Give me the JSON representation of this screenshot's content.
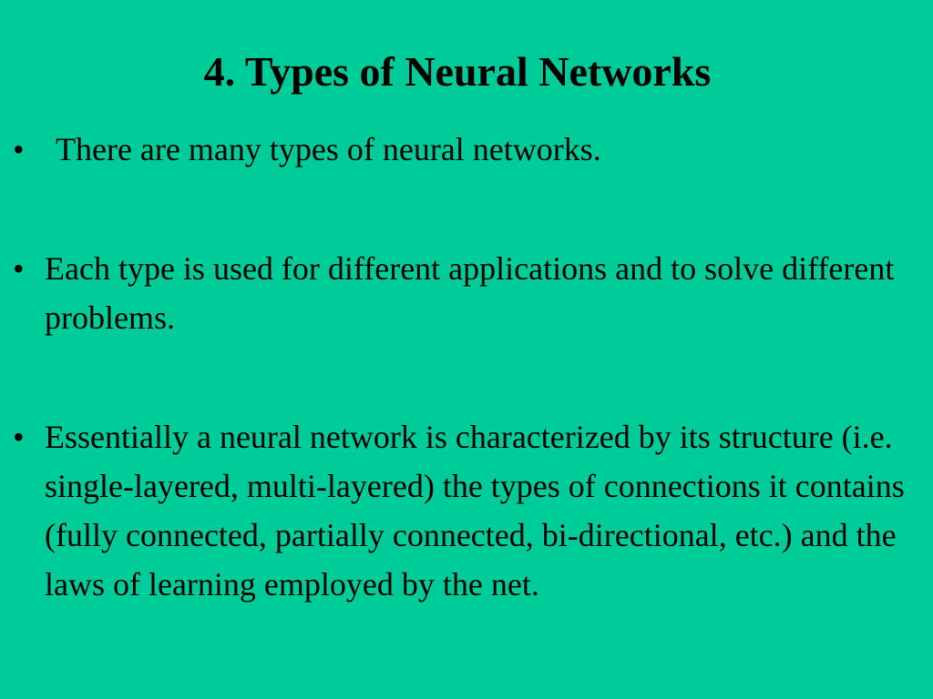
{
  "slide": {
    "background_color": "#00cc99",
    "text_color": "#000000",
    "title": "4. Types of Neural Networks",
    "bullet_marker": "•",
    "bullets": [
      "There are many types of neural networks.",
      "Each type is used for different applications and to solve different problems.",
      "Essentially a neural network is characterized by its structure (i.e. single-layered, multi-layered) the types of connections it contains (fully connected, partially connected, bi-directional, etc.) and the laws of learning employed by the net."
    ]
  }
}
